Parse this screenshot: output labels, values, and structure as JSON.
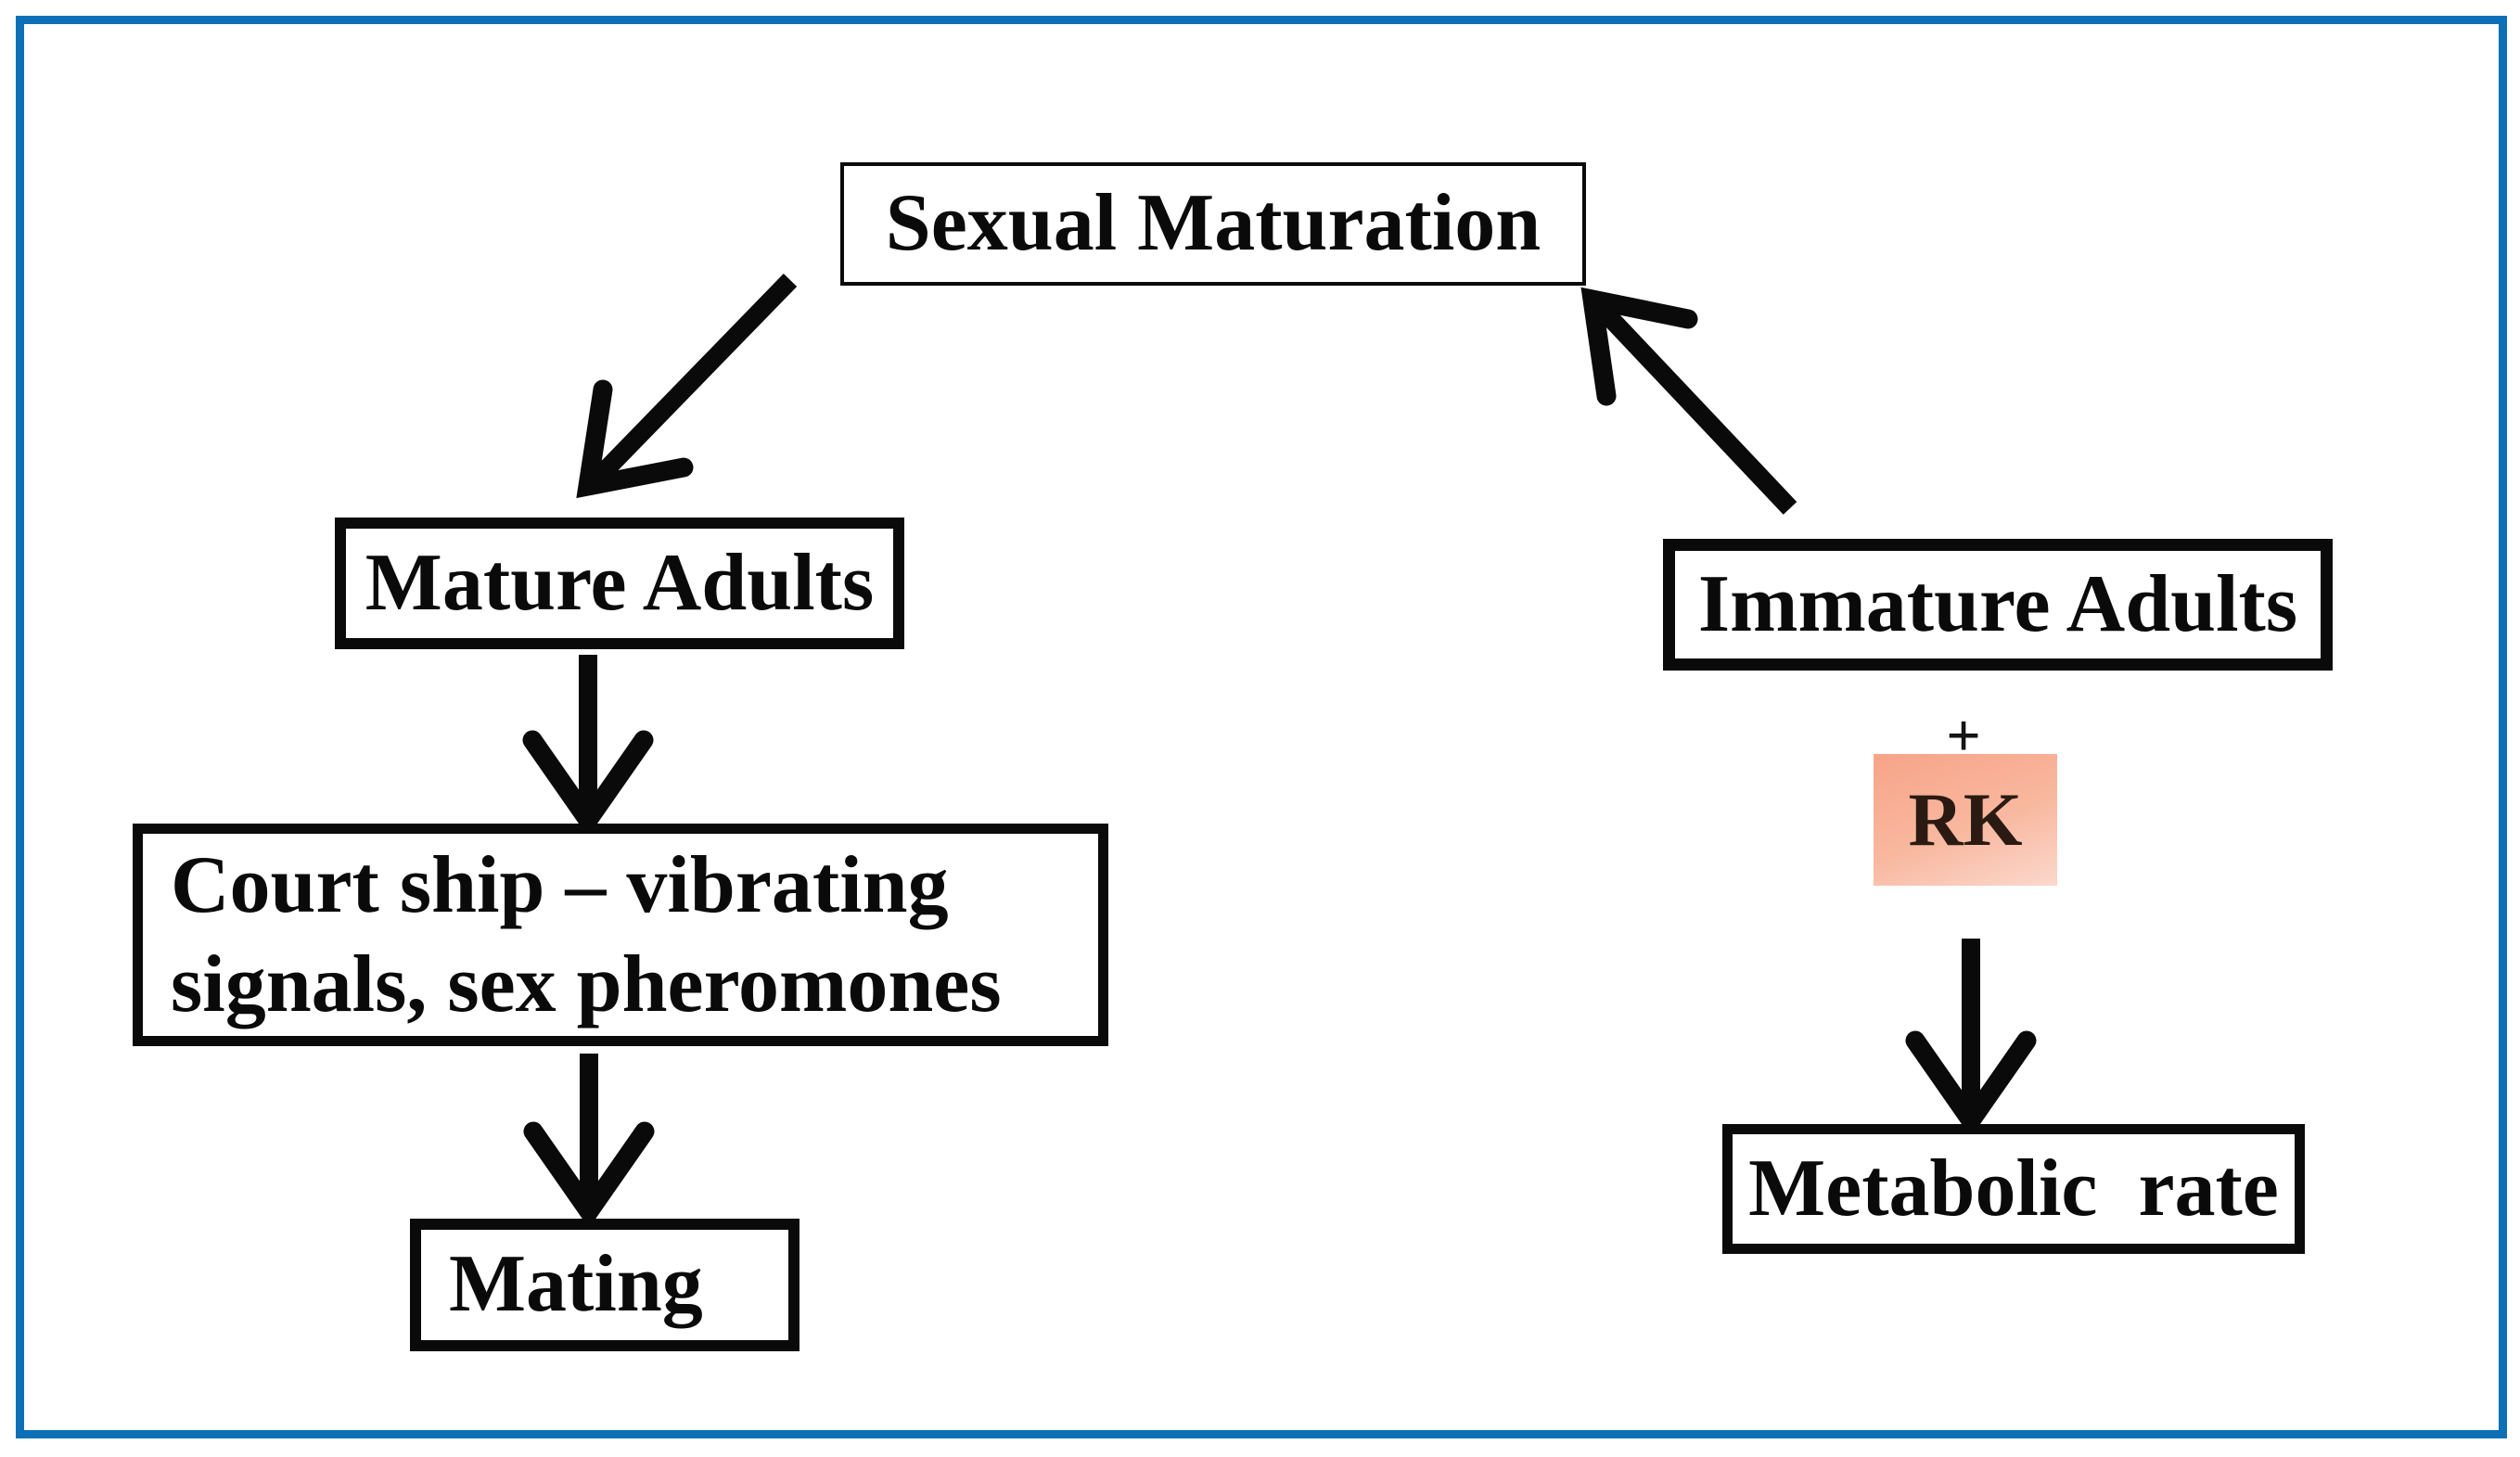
{
  "diagram": {
    "type": "flowchart",
    "nodes": {
      "sexual_maturation": {
        "label": "Sexual Maturation"
      },
      "mature_adults": {
        "label": "Mature Adults"
      },
      "courtship": {
        "line1": "Court ship – vibrating",
        "line2": "signals, sex pheromones"
      },
      "mating": {
        "label": "Mating"
      },
      "immature_adults": {
        "label": "Immature Adults"
      },
      "plus_sign": {
        "label": "+"
      },
      "rk": {
        "label": "RK"
      },
      "metabolic_rate": {
        "label": "Metabolic  rate"
      }
    },
    "edges": [
      {
        "from": "sexual_maturation",
        "to": "mature_adults"
      },
      {
        "from": "mature_adults",
        "to": "courtship"
      },
      {
        "from": "courtship",
        "to": "mating"
      },
      {
        "from": "immature_adults",
        "to": "sexual_maturation"
      },
      {
        "from": "rk",
        "to": "metabolic_rate"
      }
    ],
    "colors": {
      "frame": "#0d6fb5",
      "box_border": "#0a0a0a",
      "text": "#0a0a0a",
      "rk_gradient_top": "#f7a488",
      "rk_gradient_bottom": "#fbd8cc",
      "rk_text": "#2a1a12"
    }
  }
}
